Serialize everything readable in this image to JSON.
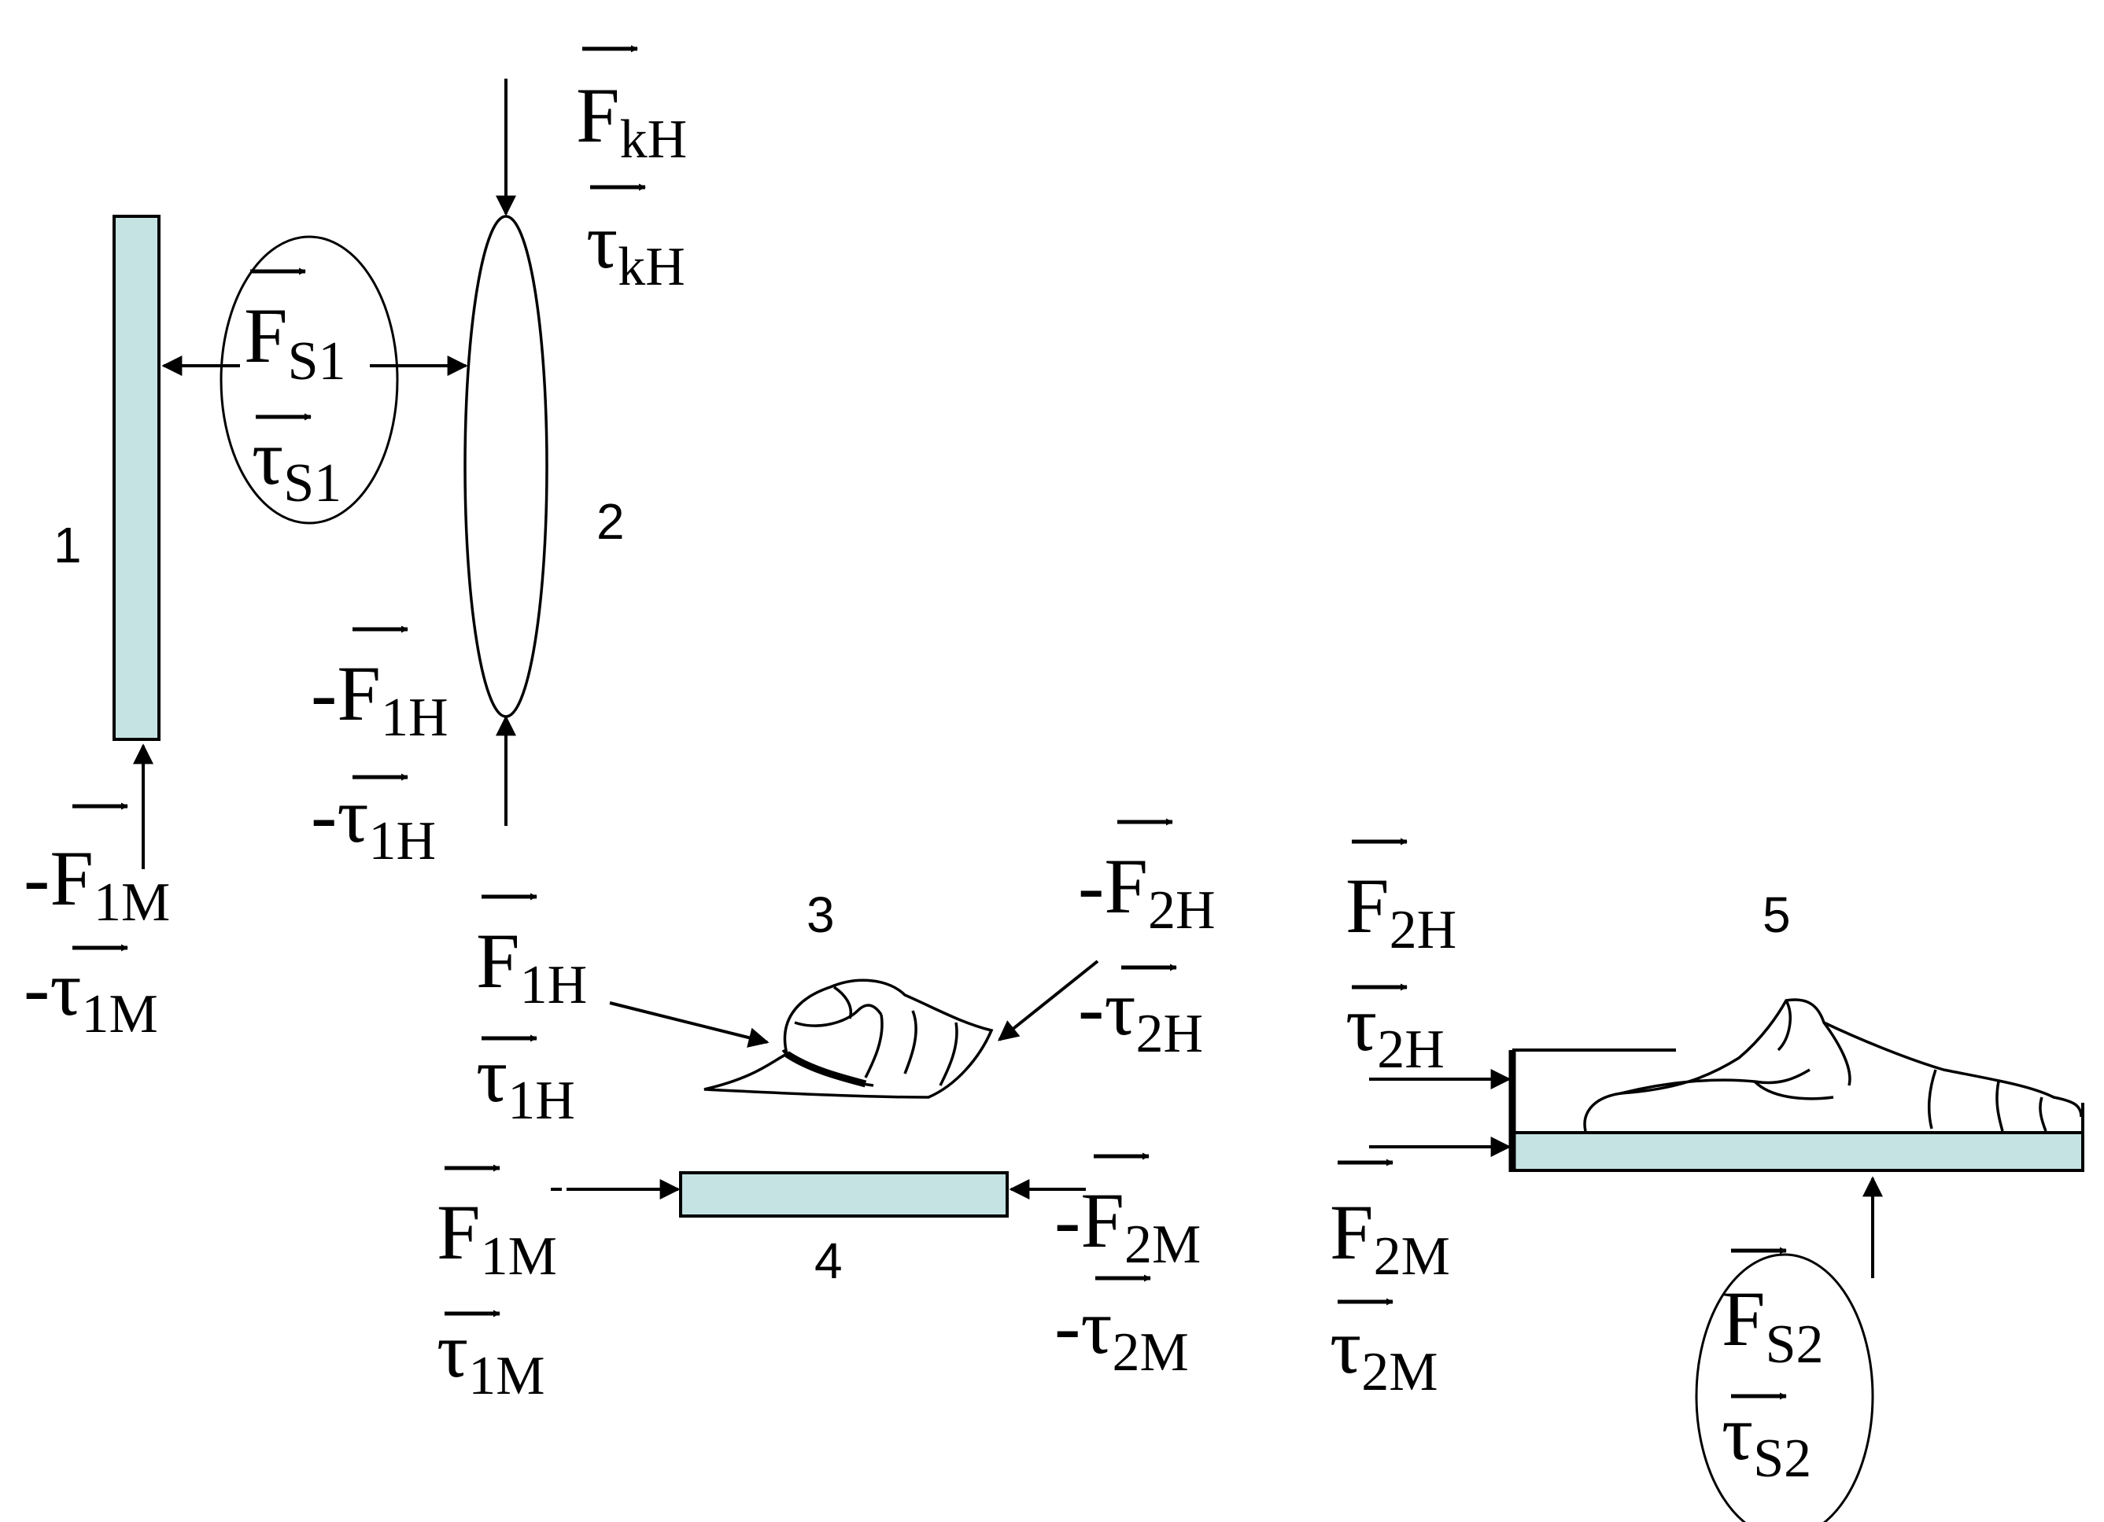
{
  "panels": {
    "p1": "1",
    "p2": "2",
    "p3": "3",
    "p4": "4",
    "p5": "5"
  },
  "labels": {
    "F_kH": {
      "pre": "",
      "sym": "F",
      "sub": "kH"
    },
    "tau_kH": {
      "pre": "",
      "sym": "τ",
      "sub": "kH"
    },
    "F_S1": {
      "pre": "",
      "sym": "F",
      "sub": "S1"
    },
    "tau_S1": {
      "pre": "",
      "sym": "τ",
      "sub": "S1"
    },
    "negF_1H_a": {
      "pre": "-",
      "sym": "F",
      "sub": "1H"
    },
    "negtau_1H_a": {
      "pre": "-",
      "sym": "τ",
      "sub": "1H"
    },
    "negF_1M_a": {
      "pre": "-",
      "sym": "F",
      "sub": "1M"
    },
    "negtau_1M_a": {
      "pre": "-",
      "sym": "τ",
      "sub": "1M"
    },
    "F_1H": {
      "pre": "",
      "sym": "F",
      "sub": "1H"
    },
    "tau_1H": {
      "pre": "",
      "sym": "τ",
      "sub": "1H"
    },
    "negF_2H": {
      "pre": "-",
      "sym": "F",
      "sub": "2H"
    },
    "negtau_2H": {
      "pre": "-",
      "sym": "τ",
      "sub": "2H"
    },
    "F_1M": {
      "pre": "",
      "sym": "F",
      "sub": "1M"
    },
    "tau_1M": {
      "pre": "",
      "sym": "τ",
      "sub": "1M"
    },
    "negF_2M": {
      "pre": "-",
      "sym": "F",
      "sub": "2M"
    },
    "negtau_2M": {
      "pre": "-",
      "sym": "τ",
      "sub": "2M"
    },
    "F_2H": {
      "pre": "",
      "sym": "F",
      "sub": "2H"
    },
    "tau_2H": {
      "pre": "",
      "sym": "τ",
      "sub": "2H"
    },
    "F_2M": {
      "pre": "",
      "sym": "F",
      "sub": "2M"
    },
    "tau_2M": {
      "pre": "",
      "sym": "τ",
      "sub": "2M"
    },
    "F_S2": {
      "pre": "",
      "sym": "F",
      "sub": "S2"
    },
    "tau_S2": {
      "pre": "",
      "sym": "τ",
      "sub": "S2"
    }
  },
  "colors": {
    "segment_fill": "#c6e3e3",
    "ink": "#000000"
  }
}
